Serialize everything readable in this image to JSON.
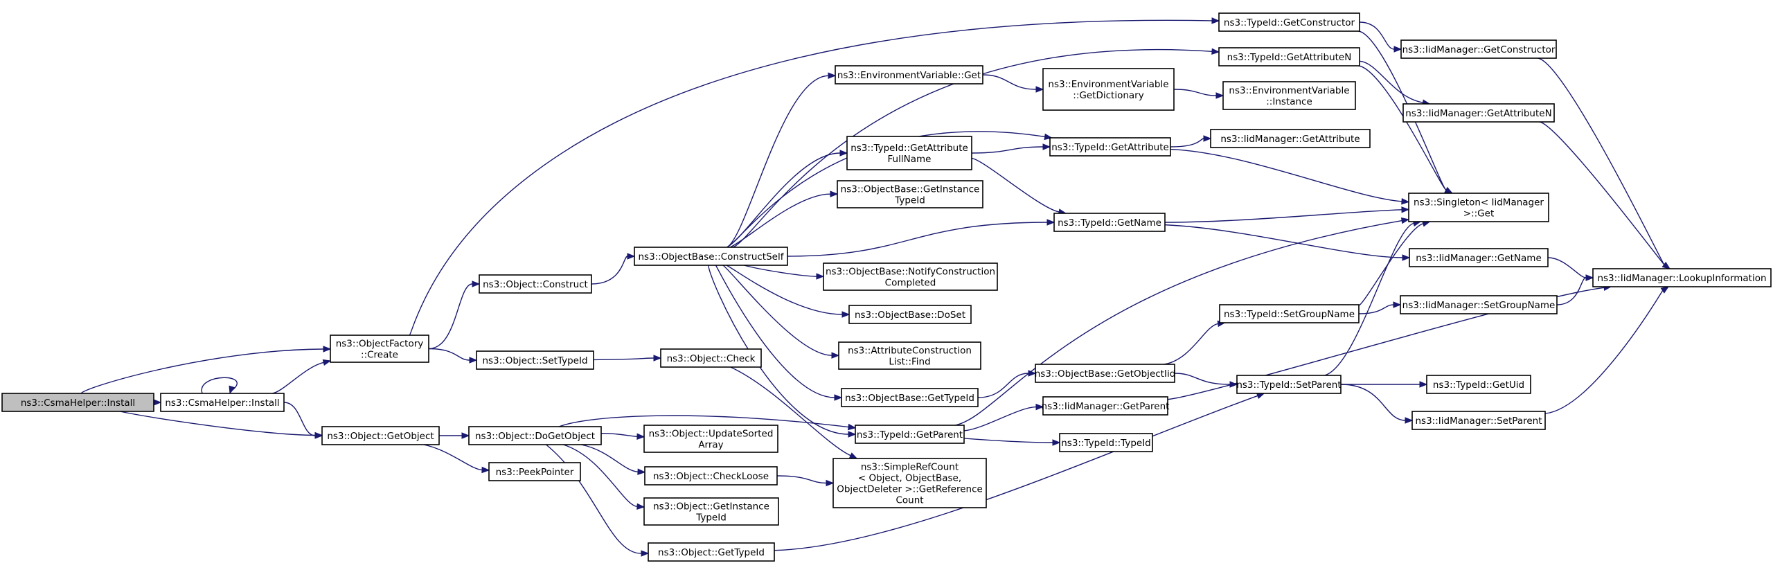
{
  "graph": {
    "edge_color": "#191970",
    "root_fill": "#bfbfbf",
    "nodes": [
      {
        "id": "n0",
        "lines": [
          "ns3::CsmaHelper::Install"
        ],
        "root": true
      },
      {
        "id": "n1",
        "lines": [
          "ns3::CsmaHelper::Install"
        ]
      },
      {
        "id": "n2",
        "lines": [
          "ns3::ObjectFactory",
          "::Create"
        ]
      },
      {
        "id": "n3",
        "lines": [
          "ns3::Object::GetObject"
        ]
      },
      {
        "id": "n4",
        "lines": [
          "ns3::TypeId::GetConstructor"
        ]
      },
      {
        "id": "n5",
        "lines": [
          "ns3::Object::Construct"
        ]
      },
      {
        "id": "n6",
        "lines": [
          "ns3::Object::SetTypeId"
        ]
      },
      {
        "id": "n7",
        "lines": [
          "ns3::ObjectBase::ConstructSelf"
        ]
      },
      {
        "id": "n8",
        "lines": [
          "ns3::TypeId::GetAttributeN"
        ]
      },
      {
        "id": "n9",
        "lines": [
          "ns3::EnvironmentVariable::Get"
        ]
      },
      {
        "id": "n10",
        "lines": [
          "ns3::EnvironmentVariable",
          "::GetDictionary"
        ]
      },
      {
        "id": "n11",
        "lines": [
          "ns3::EnvironmentVariable",
          "::Instance"
        ]
      },
      {
        "id": "n12",
        "lines": [
          "ns3::TypeId::GetAttribute",
          "FullName"
        ]
      },
      {
        "id": "n13",
        "lines": [
          "ns3::TypeId::GetAttribute"
        ]
      },
      {
        "id": "n14",
        "lines": [
          "ns3::IidManager::GetAttribute"
        ]
      },
      {
        "id": "n15",
        "lines": [
          "ns3::ObjectBase::GetInstance",
          "TypeId"
        ]
      },
      {
        "id": "n16",
        "lines": [
          "ns3::TypeId::GetName"
        ]
      },
      {
        "id": "n17",
        "lines": [
          "ns3::Singleton< IidManager",
          " >::Get"
        ]
      },
      {
        "id": "n18",
        "lines": [
          "ns3::IidManager::GetConstructor"
        ]
      },
      {
        "id": "n19",
        "lines": [
          "ns3::IidManager::GetAttributeN"
        ]
      },
      {
        "id": "n20",
        "lines": [
          "ns3::IidManager::GetName"
        ]
      },
      {
        "id": "n21",
        "lines": [
          "ns3::IidManager::LookupInformation"
        ]
      },
      {
        "id": "n22",
        "lines": [
          "ns3::ObjectBase::NotifyConstruction",
          "Completed"
        ]
      },
      {
        "id": "n23",
        "lines": [
          "ns3::ObjectBase::DoSet"
        ]
      },
      {
        "id": "n24",
        "lines": [
          "ns3::AttributeConstruction",
          "List::Find"
        ]
      },
      {
        "id": "n25",
        "lines": [
          "ns3::ObjectBase::GetTypeId"
        ]
      },
      {
        "id": "n26",
        "lines": [
          "ns3::TypeId::GetParent"
        ]
      },
      {
        "id": "n27",
        "lines": [
          "ns3::Object::Check"
        ]
      },
      {
        "id": "n28",
        "lines": [
          "ns3::Object::DoGetObject"
        ]
      },
      {
        "id": "n29",
        "lines": [
          "ns3::PeekPointer"
        ]
      },
      {
        "id": "n30",
        "lines": [
          "ns3::Object::UpdateSorted",
          "Array"
        ]
      },
      {
        "id": "n31",
        "lines": [
          "ns3::Object::CheckLoose"
        ]
      },
      {
        "id": "n32",
        "lines": [
          "ns3::Object::GetInstance",
          "TypeId"
        ]
      },
      {
        "id": "n33",
        "lines": [
          "ns3::Object::GetTypeId"
        ]
      },
      {
        "id": "n34",
        "lines": [
          "ns3::SimpleRefCount",
          "< Object, ObjectBase,",
          "ObjectDeleter >::GetReference",
          "Count"
        ]
      },
      {
        "id": "n35",
        "lines": [
          "ns3::ObjectBase::GetObjectIid"
        ]
      },
      {
        "id": "n36",
        "lines": [
          "ns3::IidManager::GetParent"
        ]
      },
      {
        "id": "n37",
        "lines": [
          "ns3::TypeId::TypeId"
        ]
      },
      {
        "id": "n38",
        "lines": [
          "ns3::TypeId::SetGroupName"
        ]
      },
      {
        "id": "n39",
        "lines": [
          "ns3::IidManager::SetGroupName"
        ]
      },
      {
        "id": "n40",
        "lines": [
          "ns3::TypeId::SetParent"
        ]
      },
      {
        "id": "n41",
        "lines": [
          "ns3::TypeId::GetUid"
        ]
      },
      {
        "id": "n42",
        "lines": [
          "ns3::IidManager::SetParent"
        ]
      }
    ],
    "edges": [
      [
        "n0",
        "n1"
      ],
      [
        "n0",
        "n2"
      ],
      [
        "n0",
        "n3"
      ],
      [
        "n1",
        "n1"
      ],
      [
        "n1",
        "n2"
      ],
      [
        "n1",
        "n3"
      ],
      [
        "n2",
        "n4"
      ],
      [
        "n2",
        "n5"
      ],
      [
        "n2",
        "n6"
      ],
      [
        "n5",
        "n7"
      ],
      [
        "n6",
        "n27"
      ],
      [
        "n7",
        "n8"
      ],
      [
        "n7",
        "n9"
      ],
      [
        "n7",
        "n12"
      ],
      [
        "n7",
        "n13"
      ],
      [
        "n7",
        "n15"
      ],
      [
        "n7",
        "n16"
      ],
      [
        "n7",
        "n22"
      ],
      [
        "n7",
        "n23"
      ],
      [
        "n7",
        "n24"
      ],
      [
        "n7",
        "n25"
      ],
      [
        "n7",
        "n26"
      ],
      [
        "n9",
        "n10"
      ],
      [
        "n10",
        "n11"
      ],
      [
        "n12",
        "n13"
      ],
      [
        "n12",
        "n16"
      ],
      [
        "n13",
        "n14"
      ],
      [
        "n13",
        "n17"
      ],
      [
        "n16",
        "n17"
      ],
      [
        "n16",
        "n20"
      ],
      [
        "n4",
        "n18"
      ],
      [
        "n4",
        "n17"
      ],
      [
        "n8",
        "n19"
      ],
      [
        "n8",
        "n17"
      ],
      [
        "n18",
        "n21"
      ],
      [
        "n19",
        "n21"
      ],
      [
        "n20",
        "n21"
      ],
      [
        "n25",
        "n35"
      ],
      [
        "n35",
        "n38"
      ],
      [
        "n35",
        "n40"
      ],
      [
        "n38",
        "n39"
      ],
      [
        "n38",
        "n17"
      ],
      [
        "n39",
        "n21"
      ],
      [
        "n40",
        "n41"
      ],
      [
        "n40",
        "n42"
      ],
      [
        "n40",
        "n17"
      ],
      [
        "n42",
        "n21"
      ],
      [
        "n26",
        "n36"
      ],
      [
        "n26",
        "n37"
      ],
      [
        "n26",
        "n17"
      ],
      [
        "n36",
        "n21"
      ],
      [
        "n27",
        "n34"
      ],
      [
        "n3",
        "n28"
      ],
      [
        "n3",
        "n29"
      ],
      [
        "n28",
        "n30"
      ],
      [
        "n28",
        "n31"
      ],
      [
        "n28",
        "n32"
      ],
      [
        "n28",
        "n33"
      ],
      [
        "n28",
        "n26"
      ],
      [
        "n31",
        "n34"
      ],
      [
        "n33",
        "n40"
      ]
    ]
  }
}
